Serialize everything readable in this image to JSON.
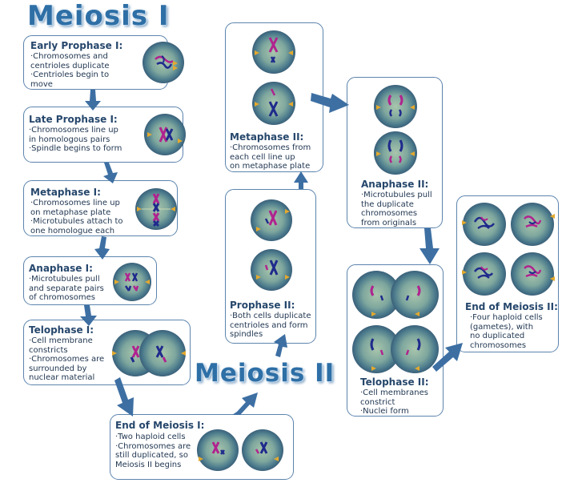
{
  "titles": {
    "meiosis1": "Meiosis I",
    "meiosis2": "Meiosis II"
  },
  "stages": {
    "early_prophase1": {
      "title": "Early Prophase I:",
      "lines": [
        "·Chromosomes and",
        "centrioles duplicate",
        "·Centrioles begin to",
        "move"
      ]
    },
    "late_prophase1": {
      "title": "Late Prophase I:",
      "lines": [
        "·Chromosomes line up",
        "in homologous pairs",
        "·Spindle begins to form"
      ]
    },
    "metaphase1": {
      "title": "Metaphase I:",
      "lines": [
        "·Chromosomes line up",
        "on metaphase plate",
        "·Microtubules attach to",
        "one homologue each"
      ]
    },
    "anaphase1": {
      "title": "Anaphase I:",
      "lines": [
        "·Microtubules pull",
        "and separate pairs",
        "of chromosomes"
      ]
    },
    "telophase1": {
      "title": "Telophase I:",
      "lines": [
        "·Cell membrane",
        "constricts",
        "·Chromosomes are",
        "surrounded by",
        "nuclear material"
      ]
    },
    "end_meiosis1": {
      "title": "End of Meiosis I:",
      "lines": [
        "·Two haploid cells",
        "·Chromosomes are",
        "still duplicated, so",
        "Meiosis II begins"
      ]
    },
    "prophase2": {
      "title": "Prophase II:",
      "lines": [
        "·Both cells duplicate",
        "centrioles and form",
        "spindles"
      ]
    },
    "metaphase2": {
      "title": "Metaphase II:",
      "lines": [
        "·Chromosomes from",
        "each cell line up",
        "on metaphase plate"
      ]
    },
    "anaphase2": {
      "title": "Anaphase II:",
      "lines": [
        "·Microtubules pull",
        "the duplicate",
        "chromosomes",
        "from originals"
      ]
    },
    "telophase2": {
      "title": "Telophase II:",
      "lines": [
        "·Cell membranes",
        "constrict",
        "·Nuclei form"
      ]
    },
    "end_meiosis2": {
      "title": "End of Meiosis II:",
      "lines": [
        "·Four haploid cells",
        "(gametes), with",
        "no duplicated",
        "chromosomes"
      ]
    }
  },
  "colors": {
    "title": "#2e6fa6",
    "border": "#5c84ad",
    "arrow": "#3d6fa3",
    "cell_inner": "#8fb5a8",
    "cell_outer": "#3d6b86",
    "centriole": "#e3a92e",
    "chromosome_magenta": "#b0238f",
    "chromosome_blue": "#1f2a8c"
  },
  "icons": [
    "cell-illustration",
    "chromosome",
    "centriole",
    "flow-arrow"
  ]
}
